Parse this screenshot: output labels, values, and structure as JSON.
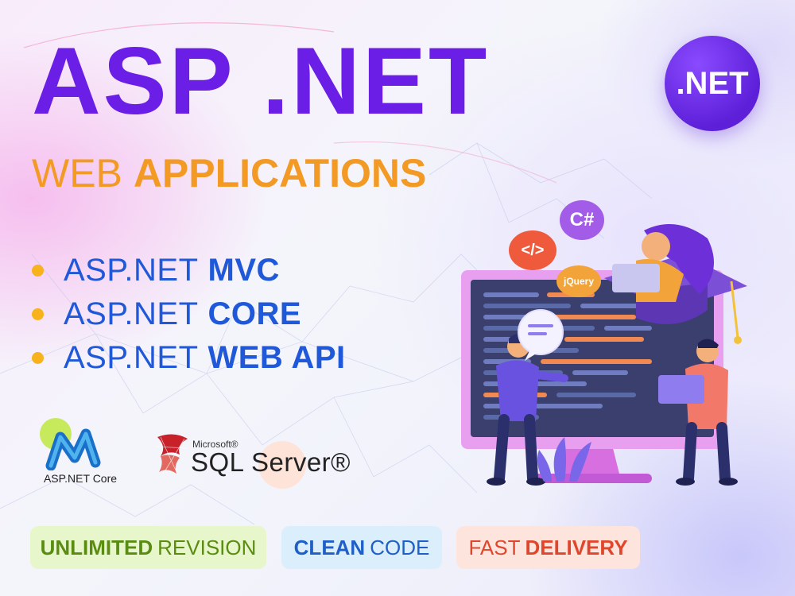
{
  "title": "ASP .NET",
  "subtitle": {
    "light": "WEB",
    "bold": "APPLICATIONS"
  },
  "badge": ".NET",
  "features": [
    {
      "prefix": "ASP.NET",
      "emphasis": "MVC"
    },
    {
      "prefix": "ASP.NET",
      "emphasis": "CORE"
    },
    {
      "prefix": "ASP.NET",
      "emphasis": "WEB API"
    }
  ],
  "logos": {
    "aspnet_core_label": "ASP.NET Core",
    "sql_microsoft": "Microsoft®",
    "sql_server": "SQL Server®"
  },
  "illustration": {
    "chip_csharp": "C#",
    "chip_code": "</>",
    "chip_jquery": "jQuery"
  },
  "pills": {
    "revision_bold": "UNLIMITED",
    "revision_light": "REVISION",
    "clean_bold": "CLEAN",
    "clean_light": "CODE",
    "delivery_light": "FAST",
    "delivery_bold": "DELIVERY"
  },
  "colors": {
    "title": "#6a1ee6",
    "subtitle": "#f39a24",
    "feature_text": "#1f58d8",
    "bullet": "#f8b21b",
    "pill_revision": "#5a8c12",
    "pill_clean": "#1f5fc7",
    "pill_delivery": "#e0462c"
  }
}
